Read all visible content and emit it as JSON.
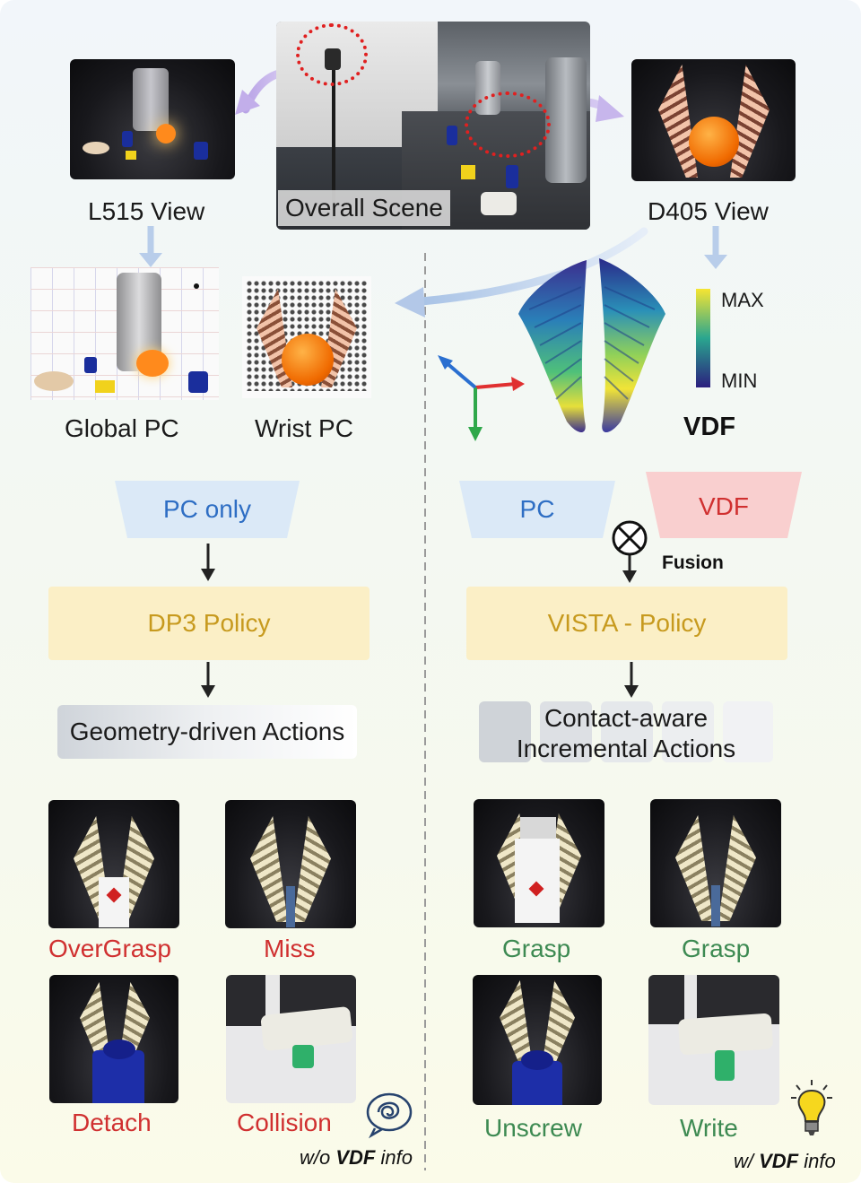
{
  "top": {
    "l515_label": "L515 View",
    "overall_label": "Overall Scene",
    "d405_label": "D405 View"
  },
  "pc": {
    "global_label": "Global PC",
    "wrist_label": "Wrist PC"
  },
  "vdf": {
    "title": "VDF",
    "colorbar_max": "MAX",
    "colorbar_min": "MIN"
  },
  "left_pipeline": {
    "input_label": "PC only",
    "policy_label": "DP3 Policy",
    "actions_label": "Geometry-driven Actions"
  },
  "right_pipeline": {
    "pc_label": "PC",
    "vdf_label": "VDF",
    "fusion_label": "Fusion",
    "policy_label": "VISTA - Policy",
    "actions_line1": "Contact-aware",
    "actions_line2": "Incremental Actions"
  },
  "left_results": [
    {
      "label": "OverGrasp"
    },
    {
      "label": "Miss"
    },
    {
      "label": "Detach"
    },
    {
      "label": "Collision"
    }
  ],
  "right_results": [
    {
      "label": "Grasp"
    },
    {
      "label": "Grasp"
    },
    {
      "label": "Unscrew"
    },
    {
      "label": "Write"
    }
  ],
  "footer": {
    "left_prefix": "w/o ",
    "left_bold": "VDF",
    "left_suffix": " info",
    "right_prefix": "w/ ",
    "right_bold": "VDF",
    "right_suffix": " info"
  },
  "colors": {
    "fail_red": "#d03030",
    "success_green": "#3d8a52",
    "pc_blue": "#dbe9f7",
    "vdf_pink": "#f9cfcf",
    "policy_yellow": "#fbefc6",
    "arrow_purple": "#c9b6ea",
    "arrow_blue": "#b7cdea"
  }
}
